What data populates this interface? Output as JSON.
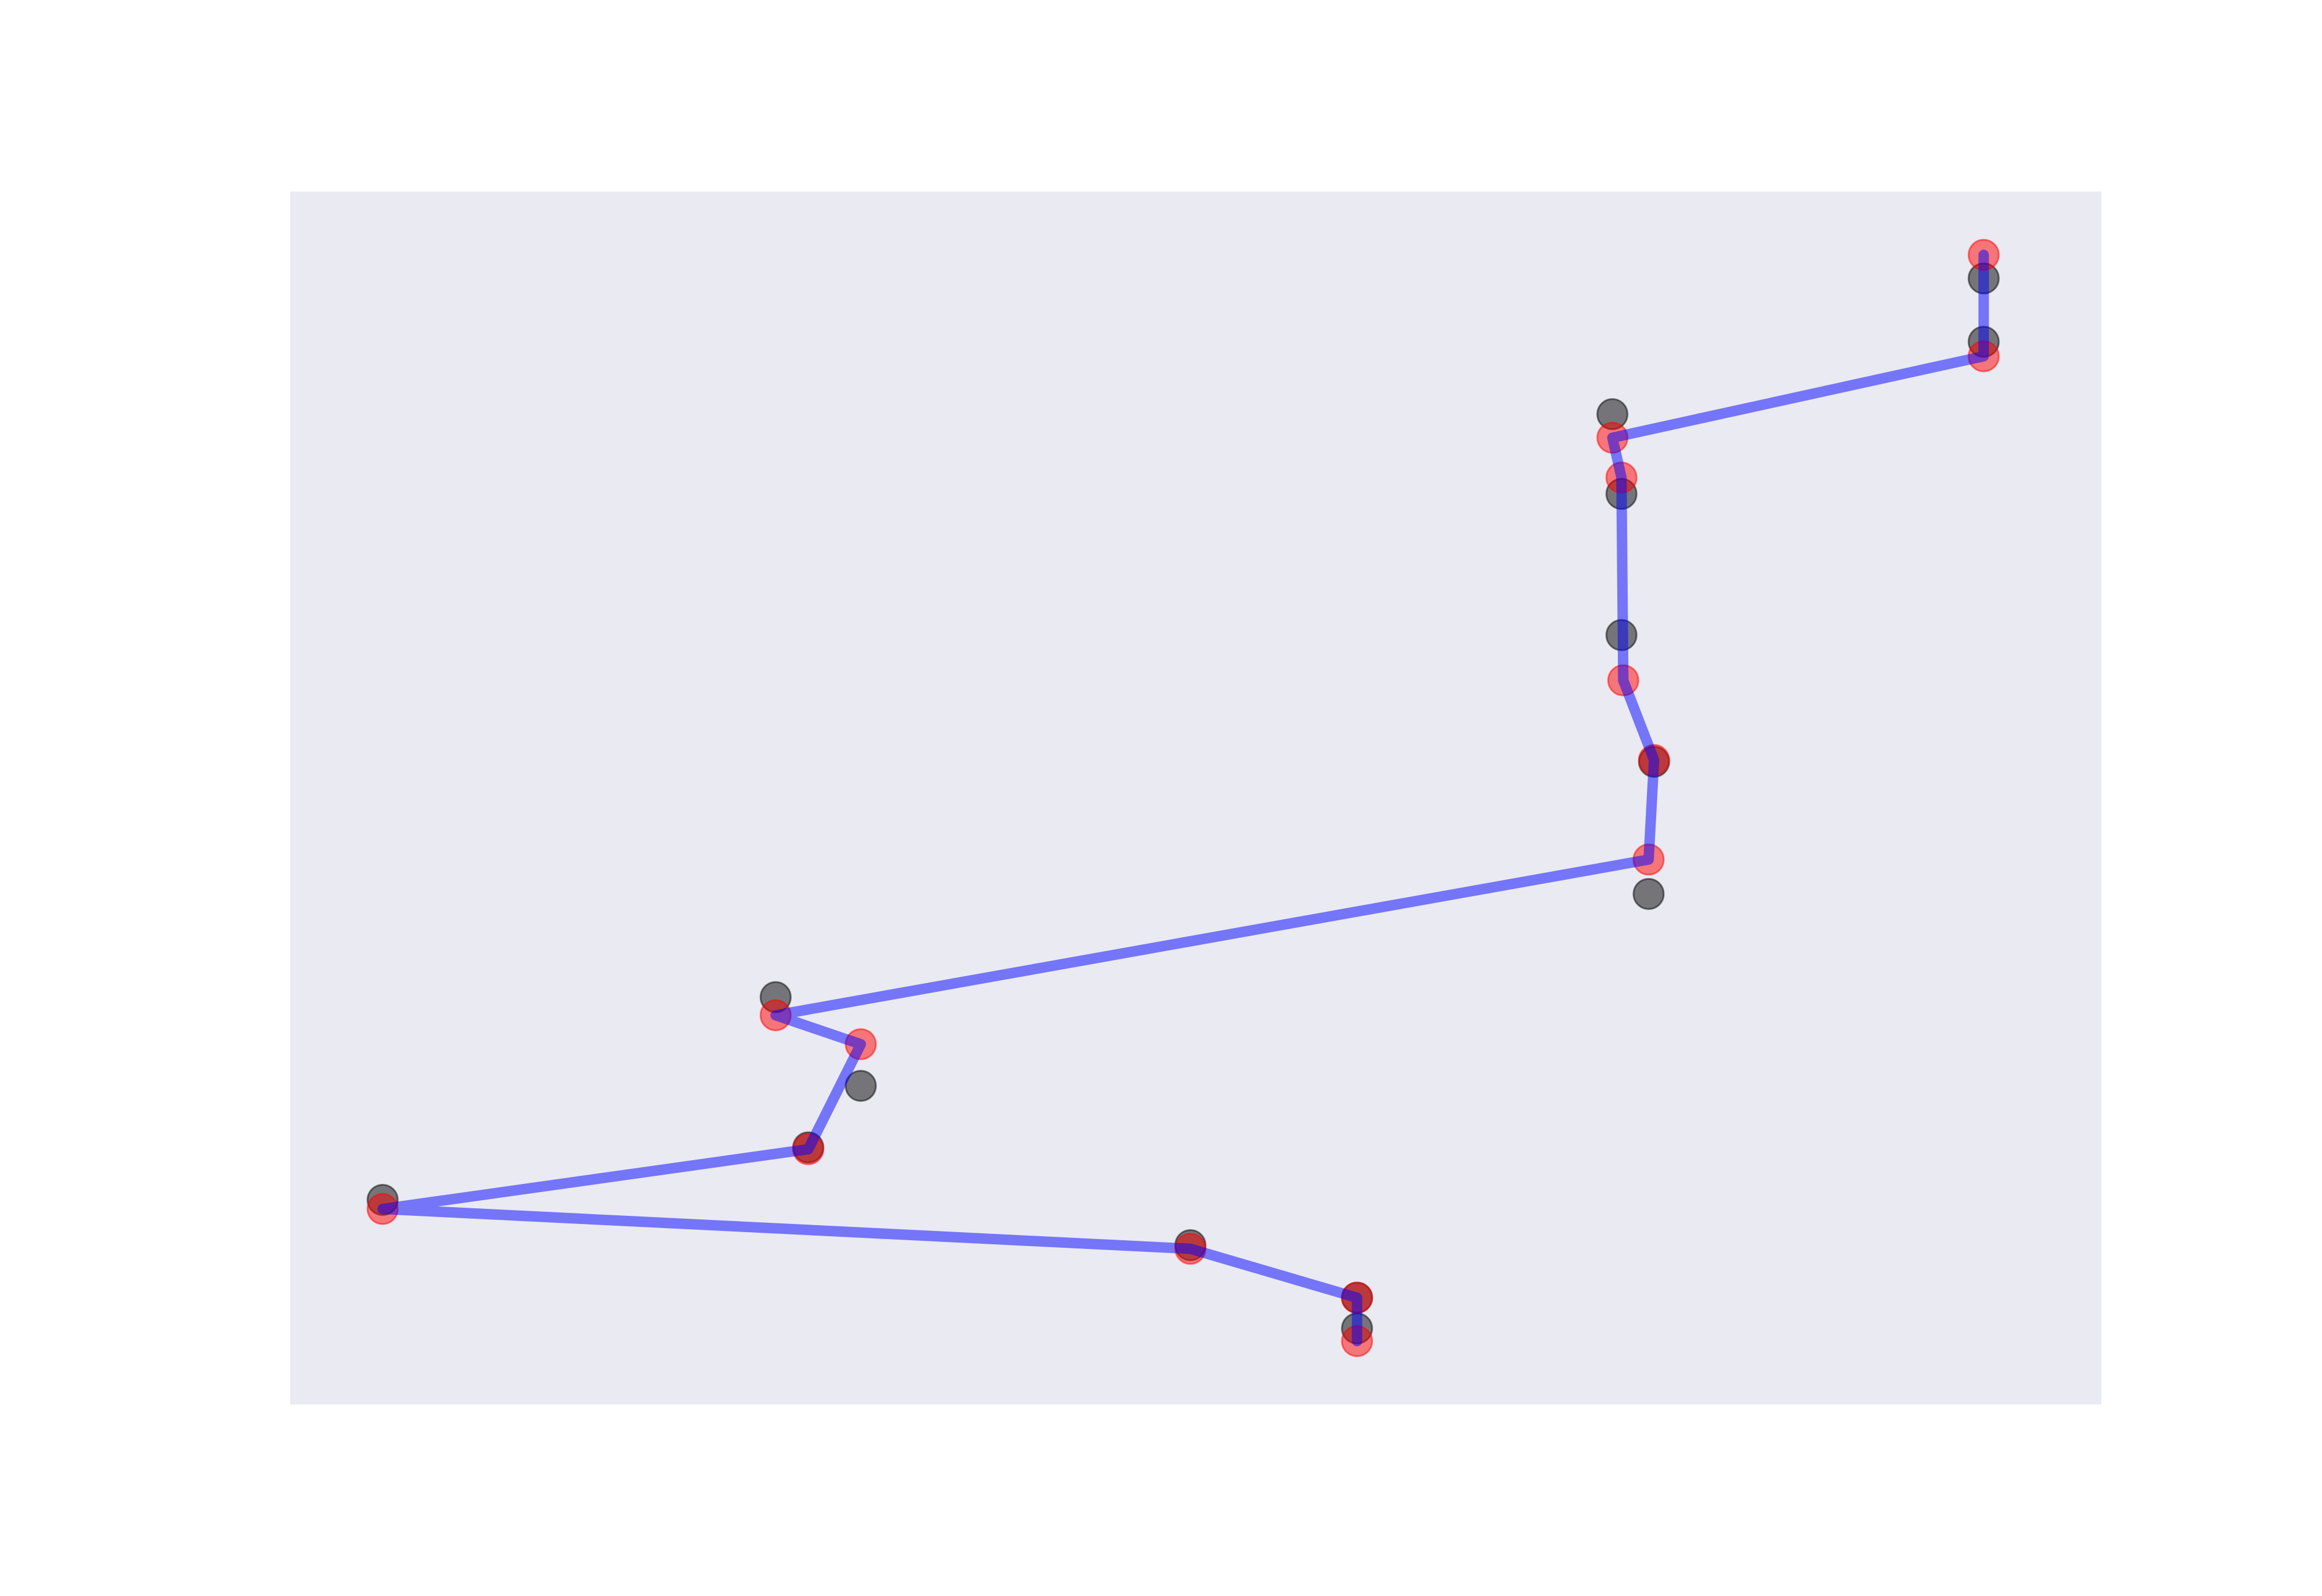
{
  "chart_data": {
    "type": "line",
    "title": "",
    "xlabel": "",
    "ylabel": "",
    "grid": false,
    "legend": "none",
    "xlim": [
      0,
      1000
    ],
    "ylim": [
      0,
      670
    ],
    "colors": {
      "plot_background": "#eaeaf2",
      "path": "#0000ff",
      "reference_points": "#000000",
      "path_points": "#ff0000"
    },
    "series": [
      {
        "type": "scatter",
        "x": [
          935,
          935,
          730,
          735,
          735,
          753,
          750,
          268,
          315,
          286,
          51,
          497,
          589,
          589
        ],
        "y": [
          622,
          587,
          547,
          503,
          425,
          355,
          282,
          225,
          176,
          142,
          113,
          88,
          59,
          42
        ]
      },
      {
        "type": "scatter",
        "x": [
          935,
          935,
          730,
          735,
          736,
          753,
          750,
          268,
          315,
          286,
          51,
          497,
          589,
          589
        ],
        "y": [
          635,
          579,
          534,
          512,
          400,
          356,
          301,
          215,
          199,
          141,
          108,
          86,
          59,
          35
        ]
      },
      {
        "type": "line",
        "x": [
          935,
          935,
          730,
          735,
          736,
          753,
          750,
          268,
          315,
          286,
          51,
          497,
          589,
          589
        ],
        "y": [
          635,
          579,
          534,
          512,
          400,
          356,
          301,
          215,
          199,
          141,
          108,
          86,
          59,
          35
        ]
      }
    ]
  }
}
